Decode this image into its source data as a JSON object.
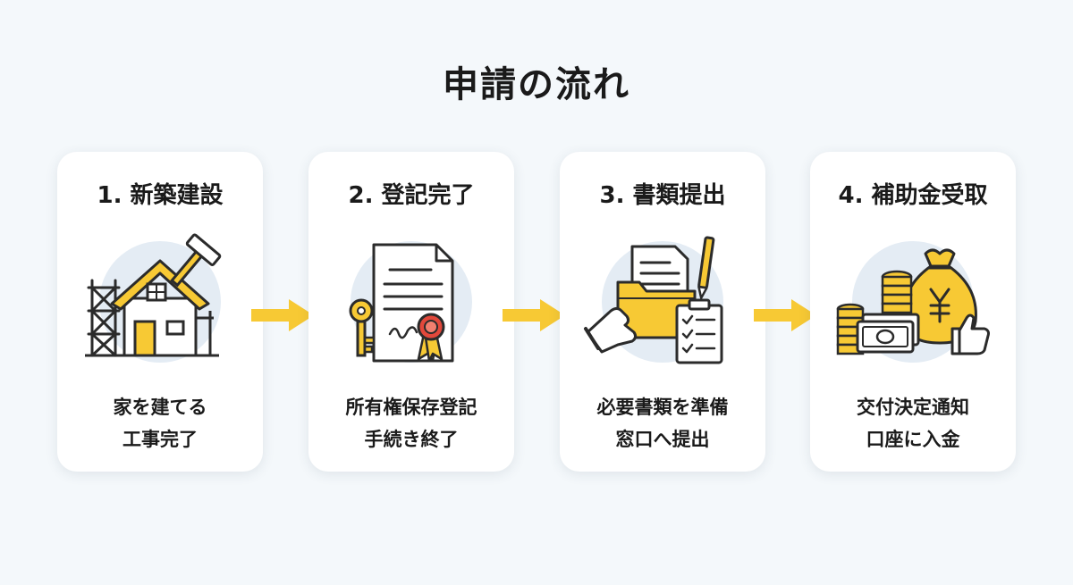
{
  "title": "申請の流れ",
  "colors": {
    "accent": "#f7c934",
    "background": "#f4f8fb",
    "card": "#ffffff",
    "icon_circle": "#e4ecf4",
    "seal": "#e2483b",
    "outline": "#2b2b2b"
  },
  "steps": [
    {
      "title": "1. 新築建設",
      "icon": "house-construction-icon",
      "lines": [
        "家を建てる",
        "工事完了"
      ]
    },
    {
      "title": "2. 登記完了",
      "icon": "registration-document-icon",
      "lines": [
        "所有権保存登記",
        "手続き終了"
      ]
    },
    {
      "title": "3. 書類提出",
      "icon": "document-submission-icon",
      "lines": [
        "必要書類を準備",
        "窓口へ提出"
      ]
    },
    {
      "title": "4. 補助金受取",
      "icon": "subsidy-money-icon",
      "lines": [
        "交付決定通知",
        "口座に入金"
      ]
    }
  ]
}
